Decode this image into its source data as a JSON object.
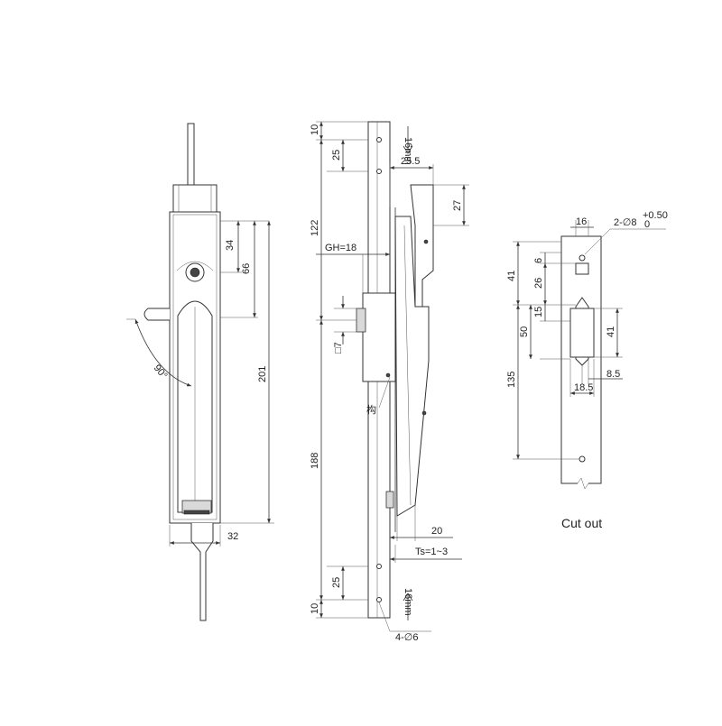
{
  "front_view": {
    "dims": {
      "d34": "34",
      "d66": "66",
      "d201": "201",
      "d32": "32",
      "angle": "90°"
    }
  },
  "side_view": {
    "dims": {
      "top_10": "10",
      "top_25": "25",
      "d122": "122",
      "gh": "GH=18",
      "sq7": "□7",
      "d188": "188",
      "bot_25": "25",
      "bot_10": "10",
      "d25_5": "25.5",
      "d27": "27",
      "d20": "20",
      "ts": "Ts=1~3",
      "holes": "4-∅6",
      "arrow_top": "16mm",
      "arrow_bot": "16mm",
      "glyph": "构"
    }
  },
  "cutout_view": {
    "dims": {
      "d16": "16",
      "hole": "2-∅8",
      "tol_plus": "+0.50",
      "tol_zero": "0",
      "d41": "41",
      "d6": "6",
      "d26": "26",
      "d15": "15",
      "d50": "50",
      "d41b": "41",
      "d135": "135",
      "d8_5": "8.5",
      "d18_5": "18.5"
    },
    "caption": "Cut out"
  }
}
